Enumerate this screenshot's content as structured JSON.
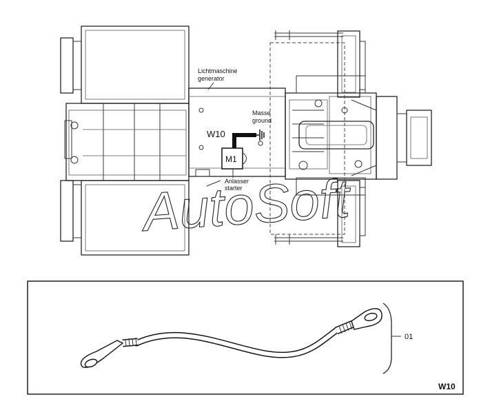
{
  "diagram": {
    "labels": {
      "generator_de": "Lichtmaschine",
      "generator_en": "generator",
      "ground_de": "Masse",
      "ground_en": "ground",
      "cable_code": "W10",
      "motor_code": "M1",
      "starter_de": "Anlasser",
      "starter_en": "starter"
    },
    "watermark": "AutoSoft"
  },
  "detail": {
    "part_number": "01",
    "cable_code": "W10"
  }
}
